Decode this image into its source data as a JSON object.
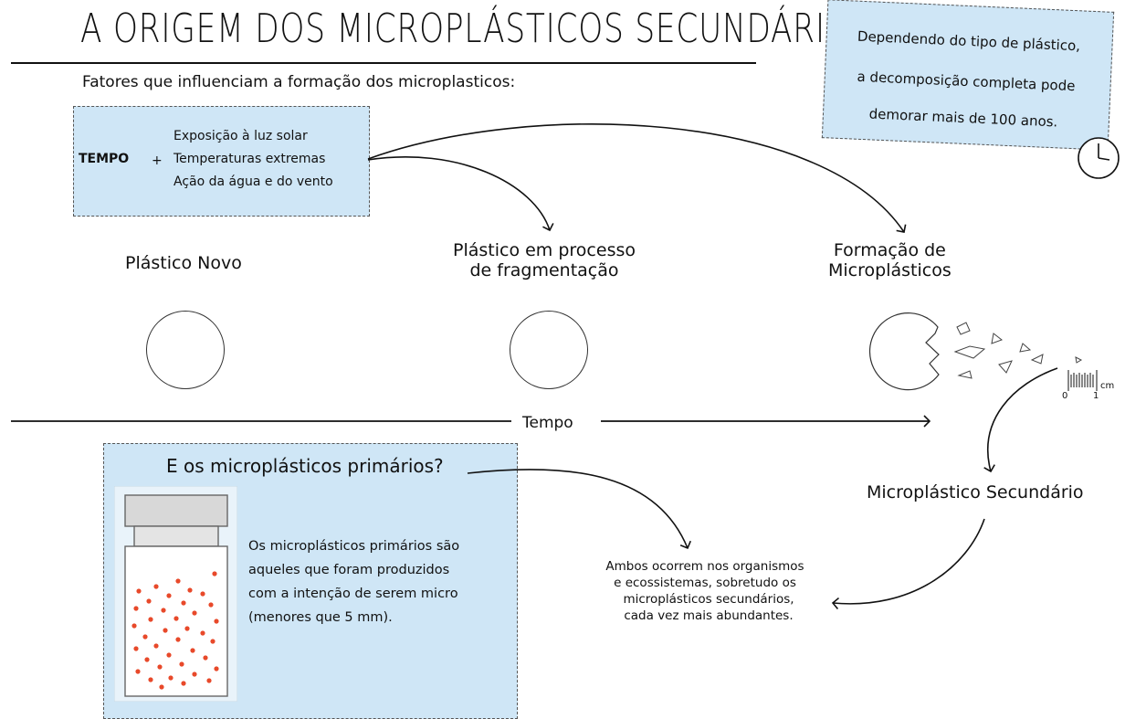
{
  "title": "A ORIGEM DOS MICROPLÁSTICOS SECUNDÁRIOS",
  "subtitle": "Fatores que influenciam a formação dos microplasticos:",
  "tempo_box": {
    "label": "TEMPO",
    "plus": "+",
    "factors": [
      "Exposição à luz solar",
      "Temperaturas extremas",
      "Ação da água e do vento"
    ]
  },
  "note": {
    "lines": [
      "Dependendo do tipo de plástico,",
      "a decomposição completa pode",
      "demorar mais de 100 anos."
    ],
    "icon": "clock-icon"
  },
  "stages": [
    {
      "lines": [
        "Plástico Novo"
      ]
    },
    {
      "lines": [
        "Plástico em processo",
        "de fragmentação"
      ]
    },
    {
      "lines": [
        "Formação de",
        "Microplásticos"
      ]
    }
  ],
  "axis_label": "Tempo",
  "ruler": {
    "start": "0",
    "end": "1",
    "unit": "cm"
  },
  "secondary_label": "Microplástico Secundário",
  "primary": {
    "title": "E os microplásticos primários?",
    "text_lines": [
      "Os microplásticos primários são",
      "aqueles que foram produzidos",
      "com a intenção de serem micro",
      "(menores que 5 mm)."
    ]
  },
  "both": {
    "lines": [
      "Ambos ocorrem nos organismos",
      "e ecossistemas, sobretudo os",
      "microplásticos secundários,",
      "cada vez mais abundantes."
    ]
  },
  "colors": {
    "box_fill": "#cfe6f6",
    "dots": "#e8492a",
    "ink": "#111111"
  }
}
